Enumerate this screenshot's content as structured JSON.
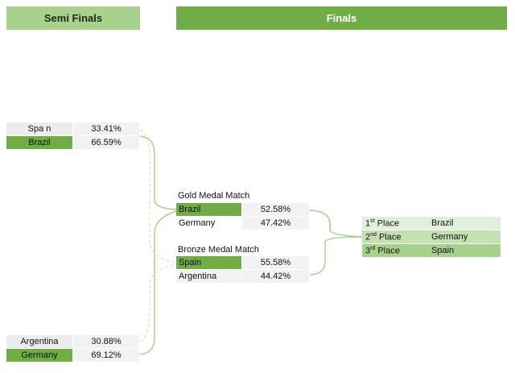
{
  "headers": {
    "semi": "Semi Finals",
    "finals": "Finals"
  },
  "semi_finals": [
    {
      "team": "Spa n",
      "pct": "33.41%"
    },
    {
      "team": "Brazil",
      "pct": "66.59%"
    },
    {
      "team": "Argentina",
      "pct": "30.88%"
    },
    {
      "team": "Germany",
      "pct": "69.12%"
    }
  ],
  "gold": {
    "title": "Gold Medal Match",
    "rows": [
      {
        "team": "Brazil",
        "pct": "52.58%"
      },
      {
        "team": "Germany",
        "pct": "47.42%"
      }
    ]
  },
  "bronze": {
    "title": "Bronze Medal Match",
    "rows": [
      {
        "team": "Spain",
        "pct": "55.58%"
      },
      {
        "team": "Argentina",
        "pct": "44.42%"
      }
    ]
  },
  "places": [
    {
      "num": "1",
      "sup": "st",
      "label": "Place",
      "team": "Brazil"
    },
    {
      "num": "2",
      "sup": "nd",
      "label": "Place",
      "team": "Germany"
    },
    {
      "num": "3",
      "sup": "rd",
      "label": "Place",
      "team": "Spain"
    }
  ],
  "colors": {
    "dark_green": "#70ad47",
    "light_green": "#a9d18e",
    "pale_green": "#e2efda",
    "gray": "#f2f2f2"
  }
}
